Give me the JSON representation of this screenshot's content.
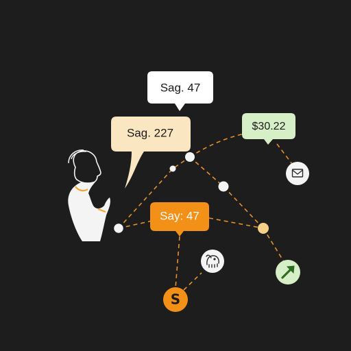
{
  "colors": {
    "background": "#1d1d1d",
    "accent_orange": "#f39017",
    "cream": "#fbe6c2",
    "mint": "#d7efc6",
    "node_white": "#f4f4f4",
    "node_yellow": "#f6cf88",
    "line_orange": "#e88f2e",
    "figure_white": "#f4f4f4",
    "necklace": "#f5a52a",
    "icon_green": "#4d9a33"
  },
  "bubbles": {
    "top": {
      "text": "Sag. 47",
      "fill": "#ffffff",
      "text_color": "#1a1a1a"
    },
    "left": {
      "text": "Sag. 227",
      "fill": "#fbe6c2",
      "text_color": "#1a1a1a"
    },
    "price": {
      "text": "$30.22",
      "fill": "#d7efc6",
      "text_color": "#1a1a1a"
    },
    "center": {
      "text": "Say: 47",
      "fill": "#f39017",
      "text_color": "#ffffff"
    }
  },
  "icons": {
    "dollar_coin": {
      "name": "dollar-coin-icon",
      "glyph": "S",
      "fill": "#f39017"
    },
    "mail": {
      "name": "envelope-icon"
    },
    "elephant": {
      "name": "elephant-icon"
    },
    "growth": {
      "name": "trend-up-arrow-icon"
    }
  }
}
